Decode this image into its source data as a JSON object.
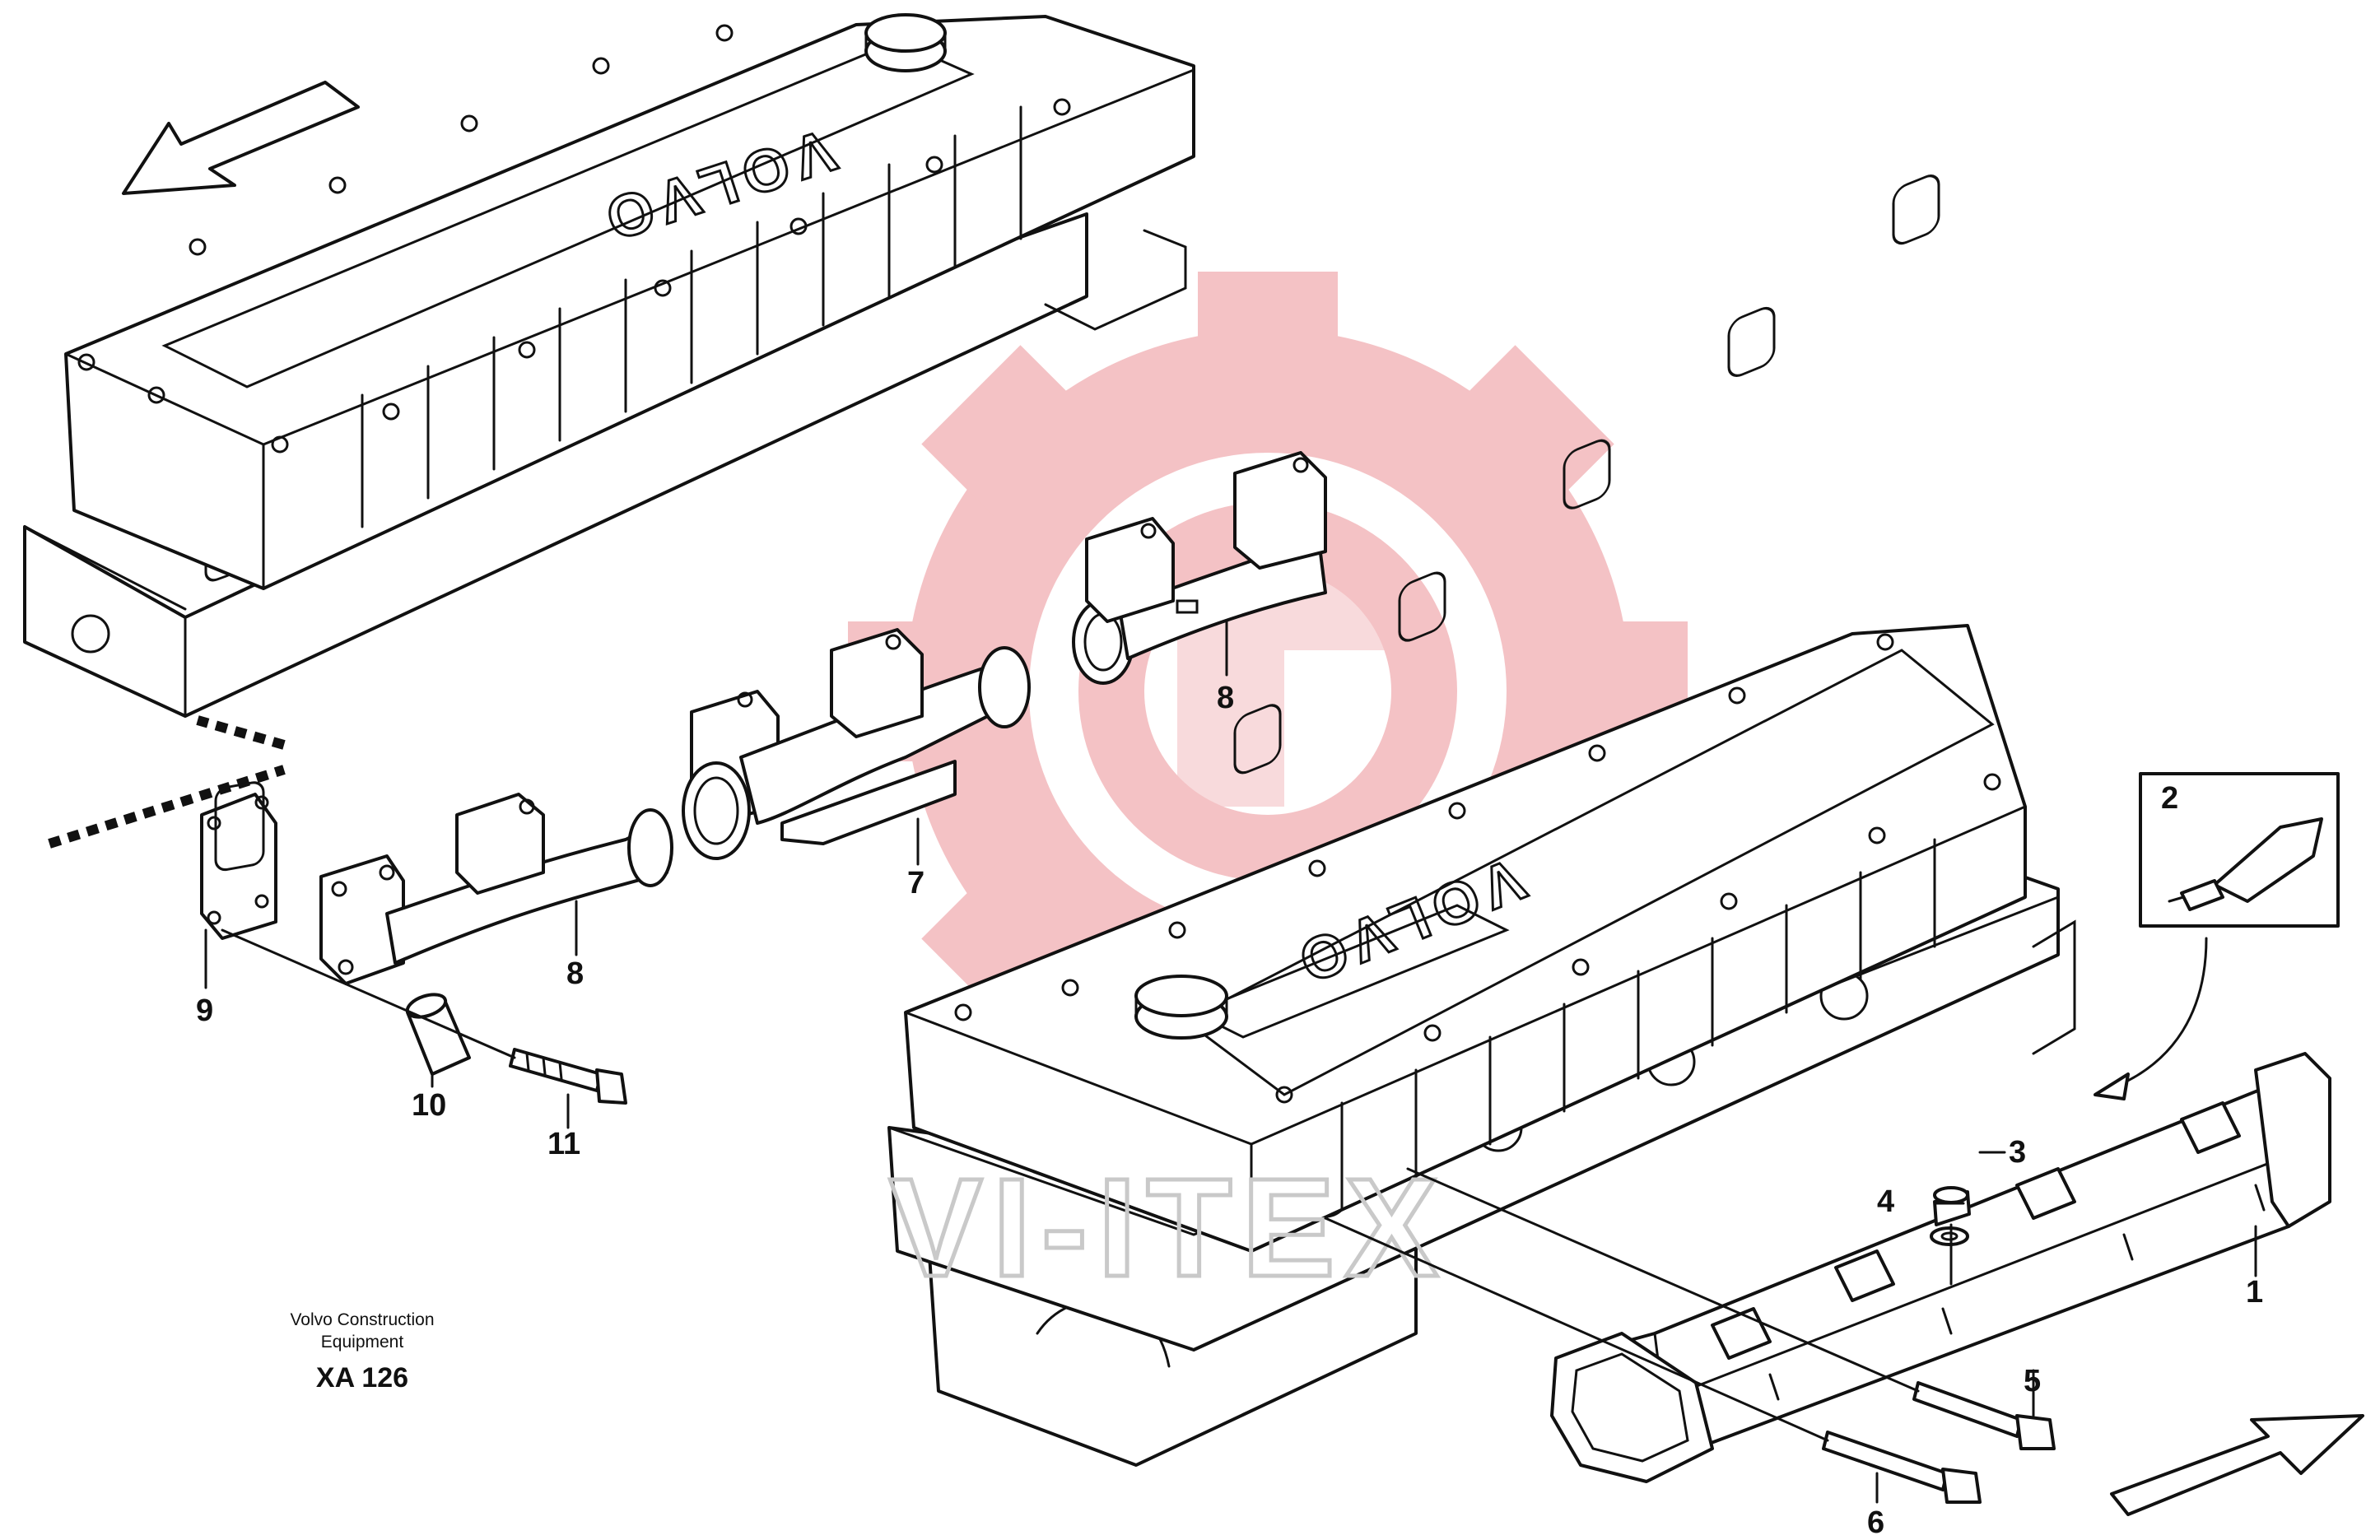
{
  "diagram": {
    "caption": {
      "line1": "Volvo Construction",
      "line2": "Equipment",
      "code": "XA 126"
    },
    "valve_cover_emblem": "VOLVO",
    "watermark": {
      "text": "VI-ITEX",
      "gear_color": "#f2b8bb"
    },
    "callouts": [
      {
        "id": "1",
        "label": "1"
      },
      {
        "id": "2",
        "label": "2"
      },
      {
        "id": "3",
        "label": "3"
      },
      {
        "id": "4",
        "label": "4"
      },
      {
        "id": "5",
        "label": "5"
      },
      {
        "id": "6",
        "label": "6"
      },
      {
        "id": "7",
        "label": "7"
      },
      {
        "id": "8a",
        "label": "8"
      },
      {
        "id": "8b",
        "label": "8"
      },
      {
        "id": "9",
        "label": "9"
      },
      {
        "id": "10",
        "label": "10"
      },
      {
        "id": "11",
        "label": "11"
      }
    ]
  }
}
